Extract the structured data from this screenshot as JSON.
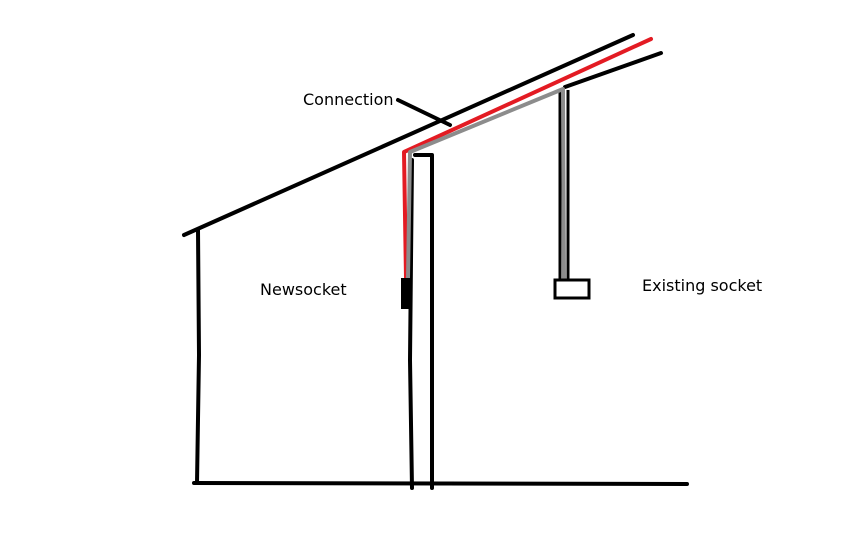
{
  "labels": {
    "connection": "Connection",
    "new_socket": "Newsocket",
    "existing_socket": "Existing socket"
  },
  "colors": {
    "structure": "#000000",
    "live_wire": "#e31b23",
    "neutral_wire": "#8c8c8c",
    "background": "#ffffff"
  }
}
